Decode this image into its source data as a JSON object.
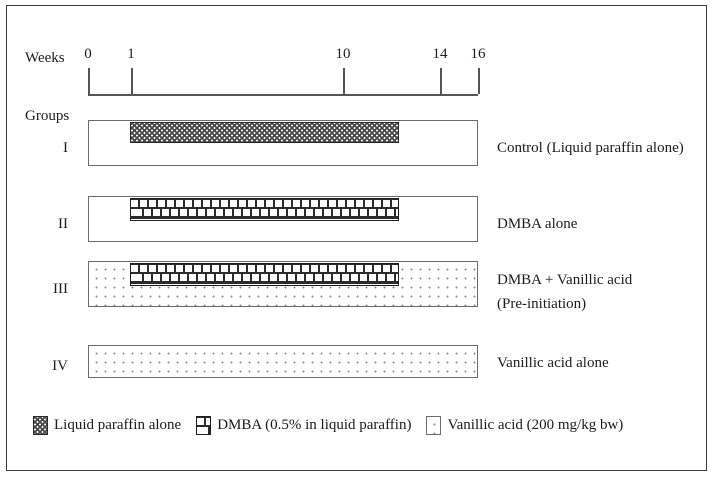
{
  "figure": {
    "axis": {
      "title": "Weeks",
      "ticks": [
        {
          "label": "0",
          "week": 0
        },
        {
          "label": "1",
          "week": 1
        },
        {
          "label": "10",
          "week": 10
        },
        {
          "label": "14",
          "week": 14
        },
        {
          "label": "16",
          "week": 16
        }
      ],
      "range": [
        0,
        16
      ]
    },
    "groups_header": "Groups",
    "groups": [
      {
        "roman": "I",
        "treatment": "Control (Liquid paraffin alone)",
        "treatment_line2": "",
        "outer_span": [
          0,
          16
        ],
        "outer_fill": "none",
        "inner_span": [
          1,
          14
        ],
        "inner_fill": "liquid-paraffin"
      },
      {
        "roman": "II",
        "treatment": "DMBA alone",
        "treatment_line2": "",
        "outer_span": [
          0,
          16
        ],
        "outer_fill": "none",
        "inner_span": [
          1,
          14
        ],
        "inner_fill": "dmba"
      },
      {
        "roman": "III",
        "treatment": "DMBA + Vanillic acid",
        "treatment_line2": "(Pre-initiation)",
        "outer_span": [
          0,
          16
        ],
        "outer_fill": "vanillic-acid",
        "inner_span": [
          1,
          14
        ],
        "inner_fill": "dmba"
      },
      {
        "roman": "IV",
        "treatment": "Vanillic acid alone",
        "treatment_line2": "",
        "outer_span": [
          0,
          16
        ],
        "outer_fill": "vanillic-acid",
        "inner_span": null,
        "inner_fill": "none"
      }
    ],
    "legend": [
      {
        "key": "liquid-paraffin",
        "label": "Liquid paraffin alone"
      },
      {
        "key": "dmba",
        "label": "DMBA (0.5% in liquid paraffin)"
      },
      {
        "key": "vanillic-acid",
        "label": "Vanillic acid (200 mg/kg bw)"
      }
    ],
    "colors": {
      "ink": "#1c1c1c",
      "frame": "#3a3a3a",
      "axis": "#555555",
      "bar_border": "#6b6b6b",
      "pattern_dark": "#2b2b2b",
      "dot_gray": "#8d8d8d"
    }
  }
}
